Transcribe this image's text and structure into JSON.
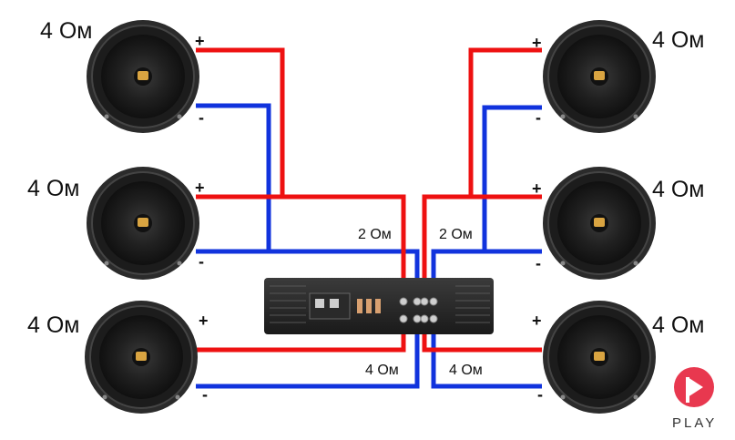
{
  "speakers": [
    {
      "id": "top-left",
      "impedance": "4 Ом",
      "plus": "+",
      "minus": "-"
    },
    {
      "id": "mid-left",
      "impedance": "4 Ом",
      "plus": "+",
      "minus": "-"
    },
    {
      "id": "bottom-left",
      "impedance": "4 Ом",
      "plus": "+",
      "minus": "-"
    },
    {
      "id": "top-right",
      "impedance": "4 Ом",
      "plus": "+",
      "minus": "-"
    },
    {
      "id": "mid-right",
      "impedance": "4 Ом",
      "plus": "+",
      "minus": "-"
    },
    {
      "id": "bottom-right",
      "impedance": "4 Ом",
      "plus": "+",
      "minus": "-"
    }
  ],
  "combined_labels": {
    "left_parallel": "2 Ом",
    "right_parallel": "2 Ом",
    "left_single": "4 Ом",
    "right_single": "4 Ом"
  },
  "colors": {
    "positive_wire": "#ee1111",
    "negative_wire": "#1133dd",
    "logo_accent": "#e8384f"
  },
  "logo": {
    "text": "PLAY",
    "icon": "play-logo-icon"
  }
}
